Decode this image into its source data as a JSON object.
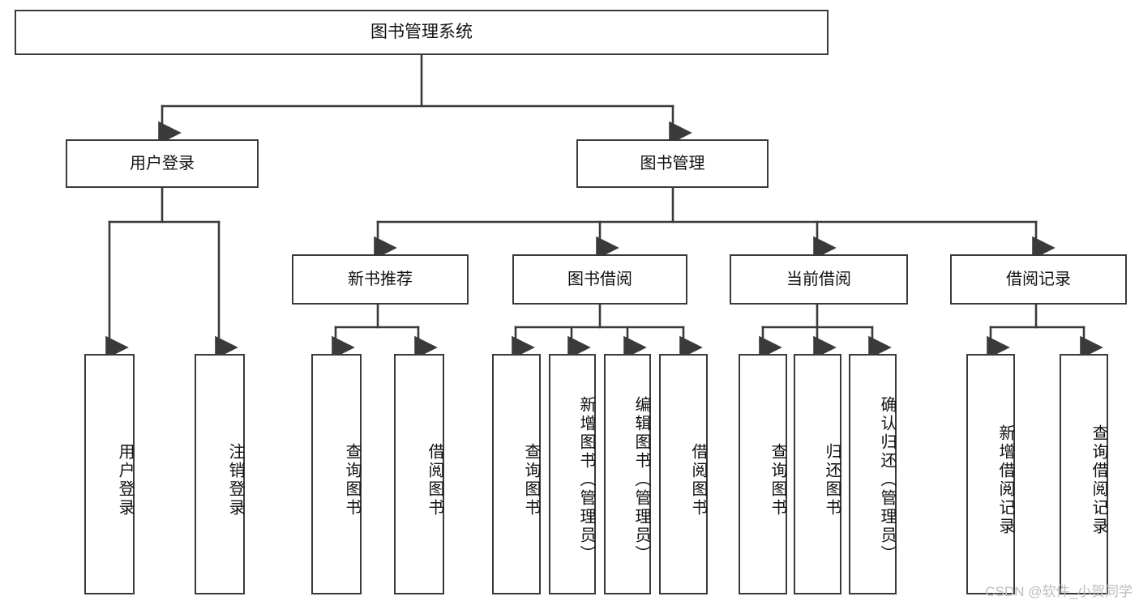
{
  "diagram": {
    "type": "tree",
    "title": "图书管理系统",
    "orientation": "top-down",
    "style": {
      "box_fill": "#ffffff",
      "box_border": "#3a3a3a",
      "line_color": "#3a3a3a",
      "text_color": "#111111",
      "background": "#ffffff",
      "watermark_color": "#bdbdbd"
    },
    "root": {
      "label": "图书管理系统"
    },
    "level1": [
      {
        "label": "用户登录"
      },
      {
        "label": "图书管理"
      }
    ],
    "level2": [
      {
        "label": "新书推荐"
      },
      {
        "label": "图书借阅"
      },
      {
        "label": "当前借阅"
      },
      {
        "label": "借阅记录"
      }
    ],
    "leaves": {
      "user_login": [
        {
          "label": "用户登录"
        },
        {
          "label": "注销登录"
        }
      ],
      "new_book": [
        {
          "label": "查询图书"
        },
        {
          "label": "借阅图书"
        }
      ],
      "book_borrow": [
        {
          "label": "查询图书"
        },
        {
          "label": "新增图书（管理员）"
        },
        {
          "label": "编辑图书（管理员）"
        },
        {
          "label": "借阅图书"
        }
      ],
      "current_borrow": [
        {
          "label": "查询图书"
        },
        {
          "label": "归还图书"
        },
        {
          "label": "确认归还（管理员）"
        }
      ],
      "borrow_record": [
        {
          "label": "新增借阅记录"
        },
        {
          "label": "查询借阅记录"
        }
      ]
    }
  },
  "watermark": {
    "text": "CSDN @软件_小贺同学"
  }
}
